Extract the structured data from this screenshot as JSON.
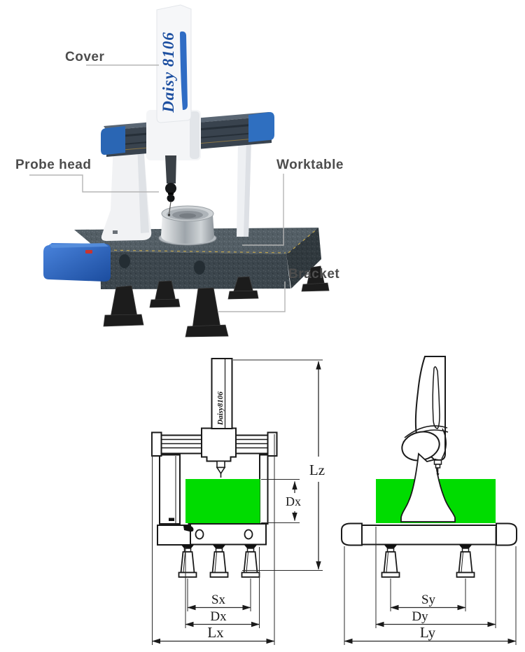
{
  "photo": {
    "brand": "Daisy 8106",
    "labels": {
      "cover": "Cover",
      "probe_head": "Probe head",
      "worktable": "Worktable",
      "bracket": "Bracket"
    }
  },
  "front_view": {
    "brand": "Daisy8106",
    "lz": "Lz",
    "dx_side": "Dx",
    "sx": "Sx",
    "dx": "Dx",
    "lx": "Lx"
  },
  "side_view": {
    "sy": "Sy",
    "dy": "Dy",
    "ly": "Ly"
  },
  "colors": {
    "measuring_volume_green": "#00DC00",
    "machine_blue": "#2A66B4",
    "brand_text_blue": "#1D4FA0",
    "granite_gray": "#46525A",
    "drawing_line": "#1A1A1A",
    "label_gray": "#4D4D4D"
  }
}
